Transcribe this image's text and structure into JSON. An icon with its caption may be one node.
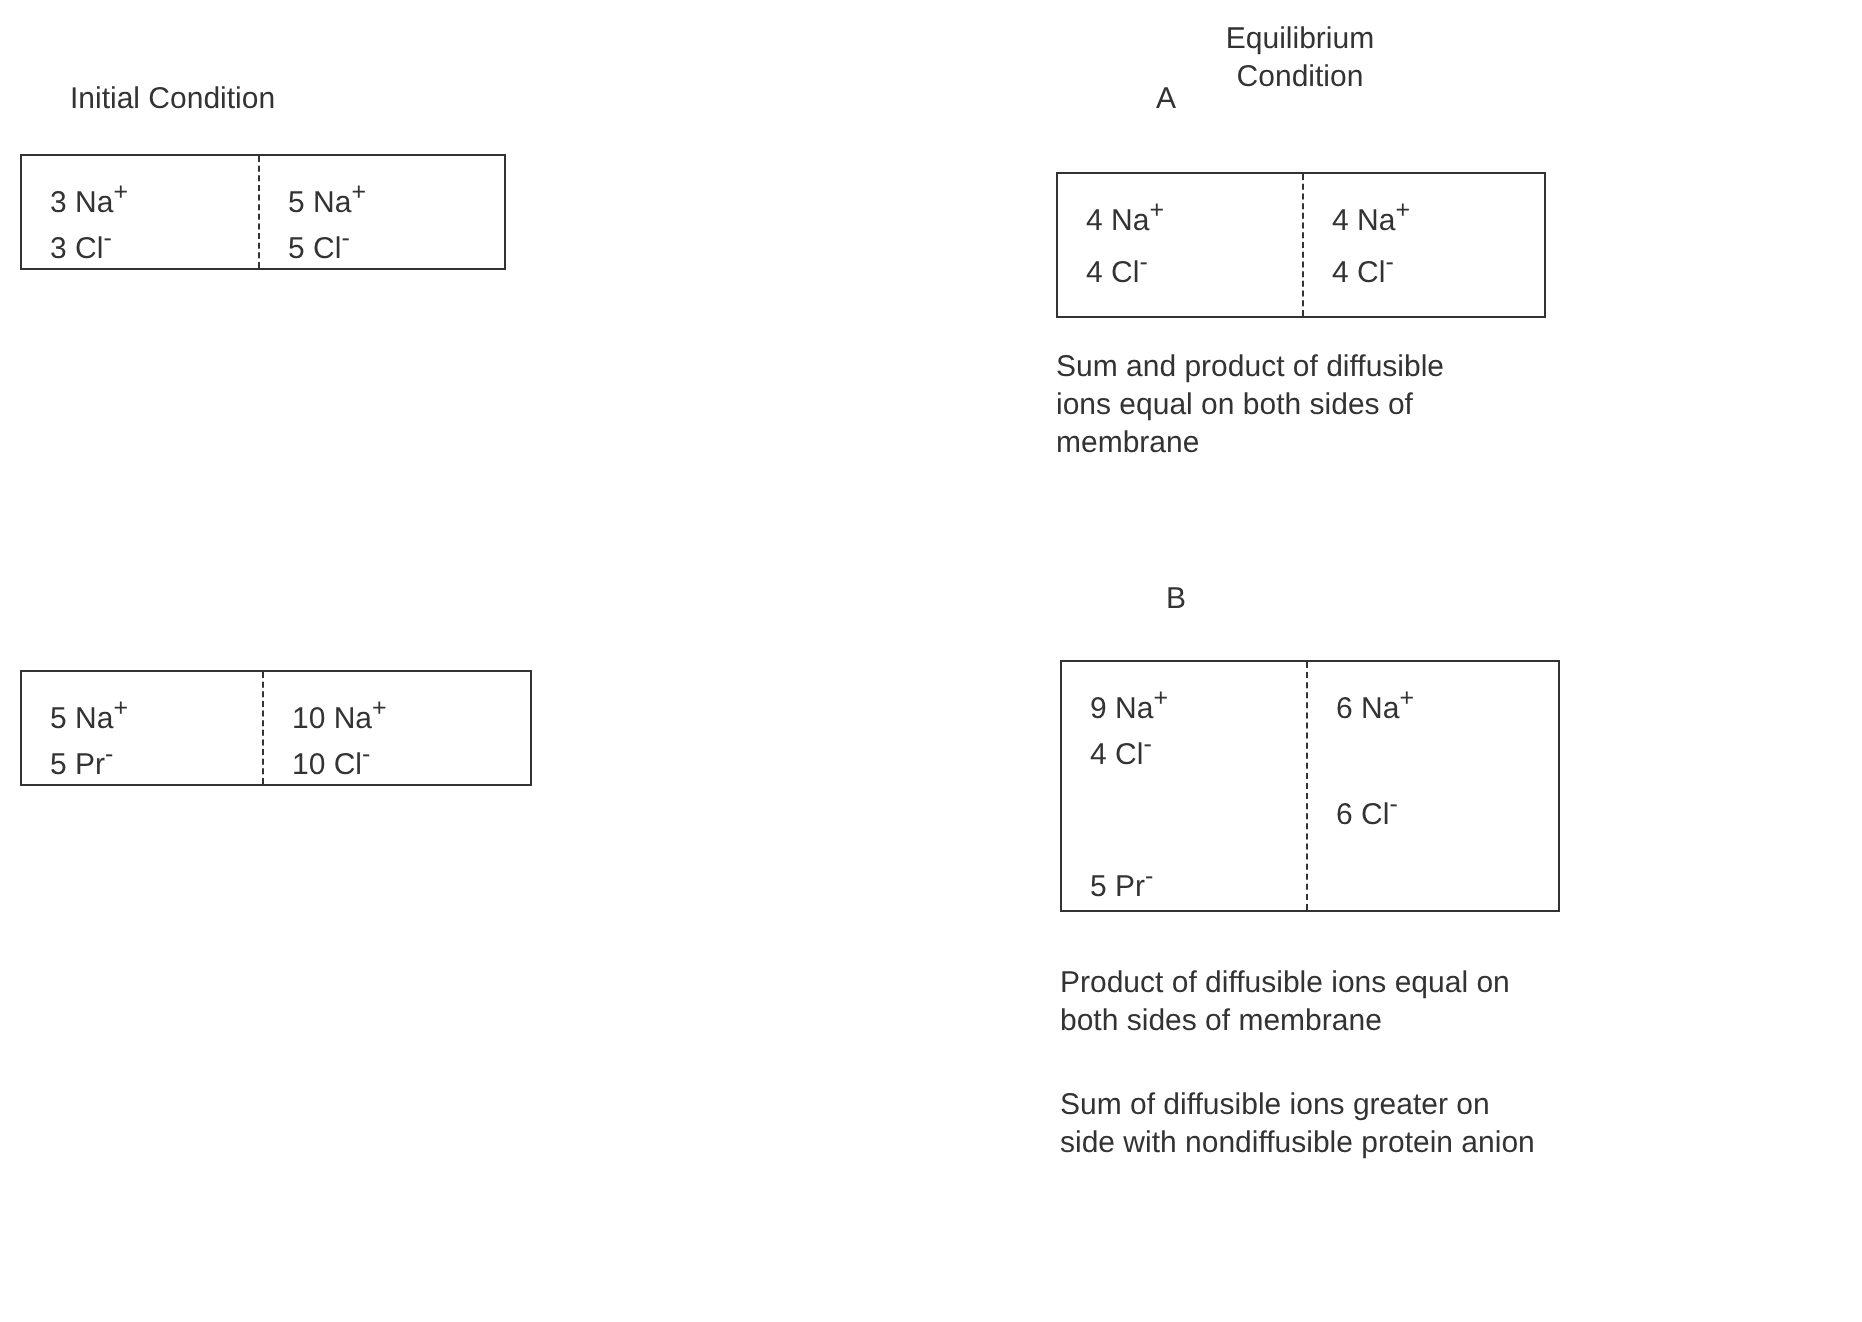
{
  "diagram": {
    "nodes": [
      {
        "text": [],
        "shape": "box"
      },
      {
        "text": [
          "3 Na$^{+}$",
          "3 Cl$^{-}$"
        ],
        "in": 0
      },
      {
        "text": [
          "5 Na$^{+}$",
          "5 Cl$^{-}$"
        ],
        "in": 0
      },
      {
        "text": [],
        "shape": "box",
        "beside": [
          "Sum and product of diffusible ions equal on both sides of membrane"
        ]
      },
      {
        "text": [
          "4 Na$^{+}$",
          "4 Cl$^{-}$"
        ],
        "in": 3
      },
      {
        "text": [
          "4 Na$^{+}$",
          "4 Cl$^{-}$"
        ],
        "in": 3
      },
      {
        "text": [],
        "shape": "box"
      },
      {
        "text": [
          "5 Na$^{+}$",
          "5 Pr$^{-}$"
        ],
        "in": 6
      },
      {
        "text": [
          "10 Na$^{+}$",
          "10 Cl$^{-}$"
        ],
        "in": 6
      },
      {
        "text": [],
        "shape": "box",
        "beside": [
          "Product of diffusible ions equal on both sides of membrane",
          "Sum of diffusible ions greater on side with nondiffusible protein anion"
        ]
      },
      {
        "text": [
          "9 Na$^{+}$",
          "4 Cl$^{-}$",
          "5 Pr$^{-}$"
        ],
        "in": 9
      },
      {
        "text": [
          "6 Na$^{+}$",
          "6 Cl$^{-}$"
        ],
        "in": 9
      }
    ],
    "labels": [
      "Initial Condition",
      "A",
      "Equilibrium Condition",
      "B"
    ]
  }
}
